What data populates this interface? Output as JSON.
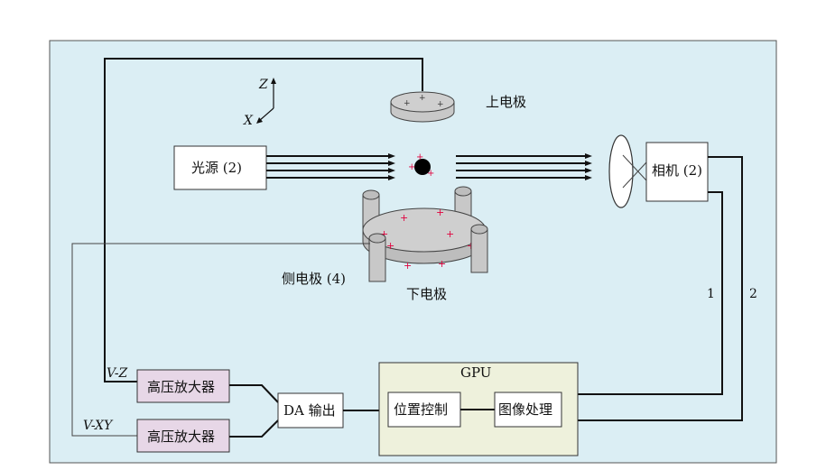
{
  "labels": {
    "top_electrode": "上电极",
    "bottom_electrode": "下电极",
    "side_electrode": "侧电极 (4)",
    "light_source": "光源 (2)",
    "camera": "相机 (2)",
    "gpu": "GPU",
    "position_control": "位置控制",
    "image_processing": "图像处理",
    "da_output": "DA 输出",
    "hv_amp_1": "高压放大器",
    "hv_amp_2": "高压放大器",
    "vz": "V-Z",
    "vxy": "V-XY",
    "line_1": "1",
    "line_2": "2",
    "axis_z": "Z",
    "axis_x": "X",
    "electrode_marks": "+"
  },
  "colors": {
    "background_panel": "#dbeef4",
    "gpu_box": "#eef1dc",
    "amp_box": "#e7d7e7",
    "electrode": "#c8c8c8",
    "particle": "#000000",
    "charge_mark": "#e0003c"
  }
}
